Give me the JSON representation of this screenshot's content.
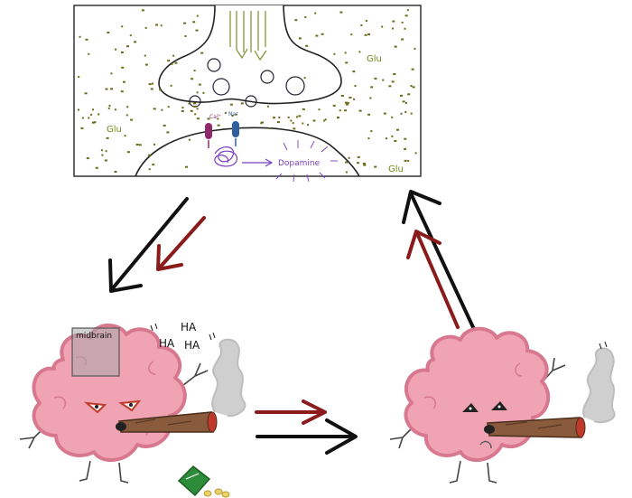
{
  "synapse": {
    "glu_labels": [
      "Glu",
      "Glu",
      "Glu"
    ],
    "dopamine_label": "Dopamine",
    "ion_label_left": "Ca²⁺",
    "ion_label_right": "Na⁺"
  },
  "left_character": {
    "region_label": "midbrain",
    "laugh": [
      "HA",
      "HA",
      "HA"
    ]
  },
  "colors": {
    "brain_fill": "#f0a3b3",
    "brain_outline": "#d8788f",
    "glu_dot": "#6b6b1a",
    "arrow_dark": "#111111",
    "arrow_red": "#8b1a1a",
    "dopamine": "#7a3fc4",
    "receptor_left": "#8e2a6a",
    "receptor_right": "#2f5f9f",
    "joint": "#8a5a3c",
    "smoke": "#bdbdbd"
  }
}
